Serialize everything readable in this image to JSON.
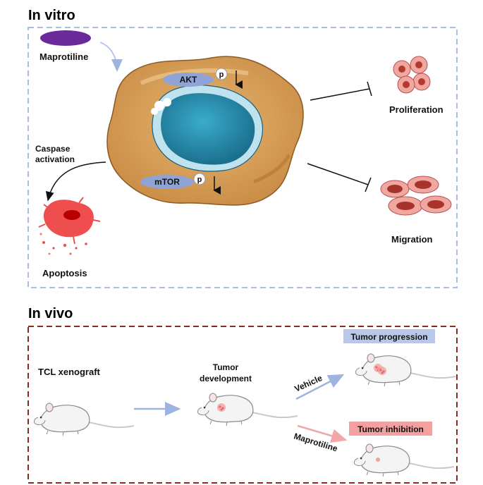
{
  "in_vitro": {
    "title": "In vitro",
    "drug": "Maprotiline",
    "akt": "AKT",
    "mtor": "mTOR",
    "phospho": "p",
    "caspase_line1": "Caspase",
    "caspase_line2": "activation",
    "apoptosis": "Apoptosis",
    "proliferation": "Proliferation",
    "migration": "Migration"
  },
  "in_vivo": {
    "title": "In vivo",
    "xenograft": "TCL xenograft",
    "development_line1": "Tumor",
    "development_line2": "development",
    "vehicle": "Vehicle",
    "maprotiline": "Maprotiline",
    "progression": "Tumor progression",
    "inhibition": "Tumor inhibition"
  },
  "colors": {
    "in_vitro_border": "#a9bfe0",
    "in_vivo_border": "#8b2a22",
    "drug_pill": "#6a2a9a",
    "cell_body": "#d9a35e",
    "nucleus": "#2a8fae",
    "protein_pill": "#8fa4d4",
    "progression_bg": "#b9c8e8",
    "inhibition_bg": "#f2a0a0",
    "vehicle_arrow": "#9db3e0",
    "maprotiline_arrow": "#f2a8a8"
  }
}
